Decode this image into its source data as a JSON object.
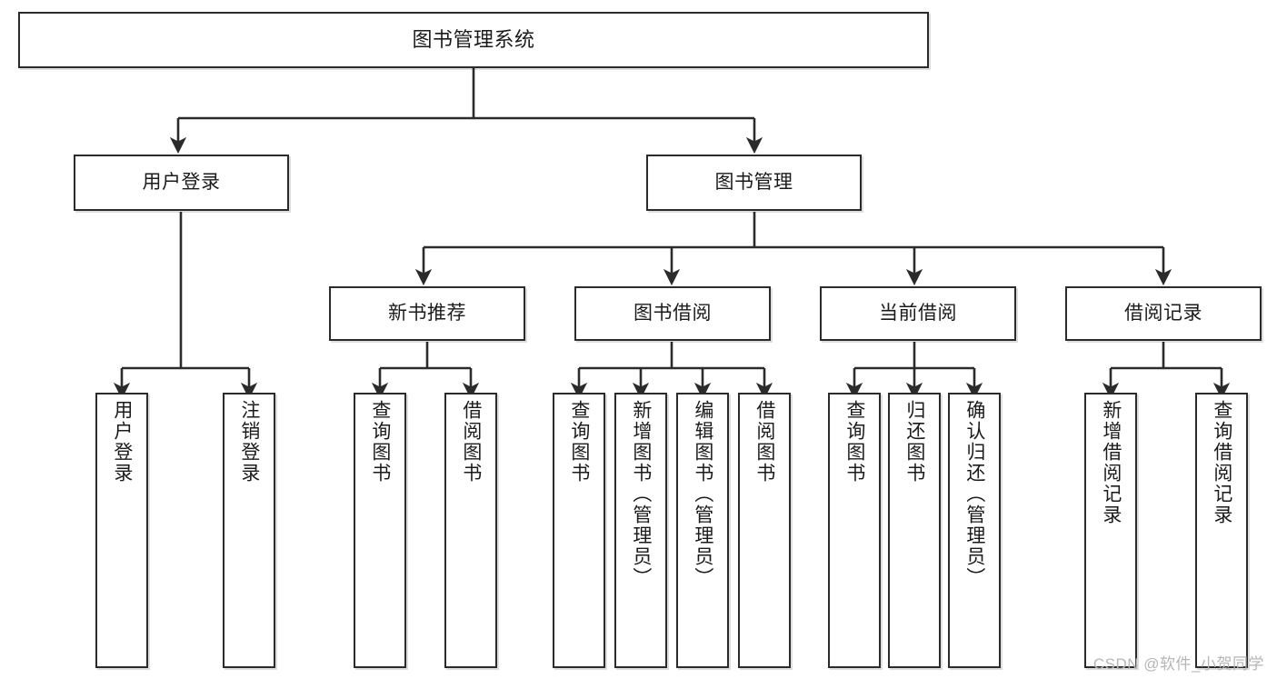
{
  "diagram": {
    "title": "图书管理系统",
    "type": "tree-hierarchy-chart",
    "watermark": "CSDN @软件_小贺同学",
    "colors": {
      "box_border": "#2b2b2b",
      "box_fill": "#ffffff",
      "connector": "#2b2b2b",
      "text": "#1b1b1b",
      "watermark": "#b6b6b6",
      "background": "#ffffff"
    },
    "nodes": {
      "root": {
        "label": "图书管理系统"
      },
      "level2": [
        {
          "label": "用户登录"
        },
        {
          "label": "图书管理"
        }
      ],
      "level3": [
        {
          "label": "新书推荐"
        },
        {
          "label": "图书借阅"
        },
        {
          "label": "当前借阅"
        },
        {
          "label": "借阅记录"
        }
      ],
      "leaves": {
        "user_login": [
          {
            "label": "用户登录"
          },
          {
            "label": "注销登录"
          }
        ],
        "new_book_recommend": [
          {
            "label": "查询图书"
          },
          {
            "label": "借阅图书"
          }
        ],
        "book_borrow": [
          {
            "label": "查询图书"
          },
          {
            "label": "新增图书（管理员）"
          },
          {
            "label": "编辑图书（管理员）"
          },
          {
            "label": "借阅图书"
          }
        ],
        "current_borrow": [
          {
            "label": "查询图书"
          },
          {
            "label": "归还图书"
          },
          {
            "label": "确认归还（管理员）"
          }
        ],
        "borrow_record": [
          {
            "label": "新增借阅记录"
          },
          {
            "label": "查询借阅记录"
          }
        ]
      }
    }
  }
}
